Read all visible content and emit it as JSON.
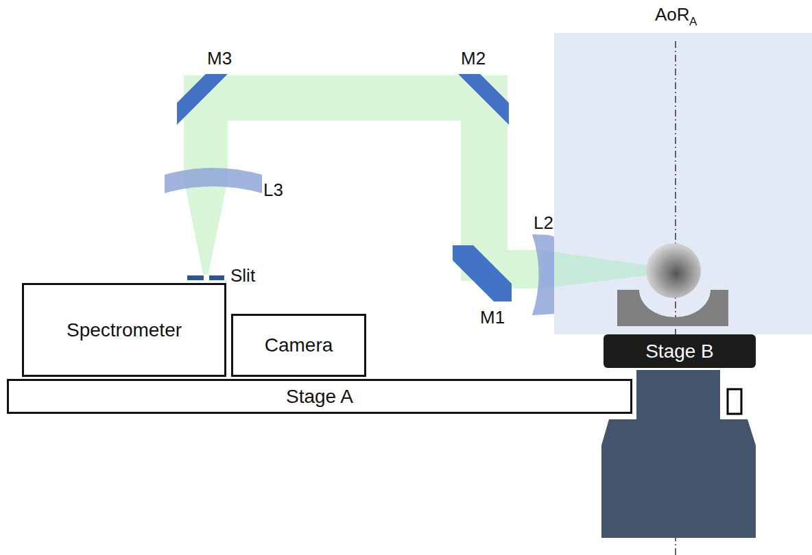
{
  "diagram": {
    "nodes": [
      {
        "text": [
          "Spectrometer"
        ]
      },
      {
        "text": [
          "Camera"
        ]
      },
      {
        "text": [
          "Stage A"
        ]
      },
      {
        "text": [
          "Stage B"
        ]
      }
    ],
    "labels": [
      "AoR",
      "A",
      "M3",
      "M2",
      "L3",
      "L2",
      "Slit",
      "M1"
    ]
  }
}
